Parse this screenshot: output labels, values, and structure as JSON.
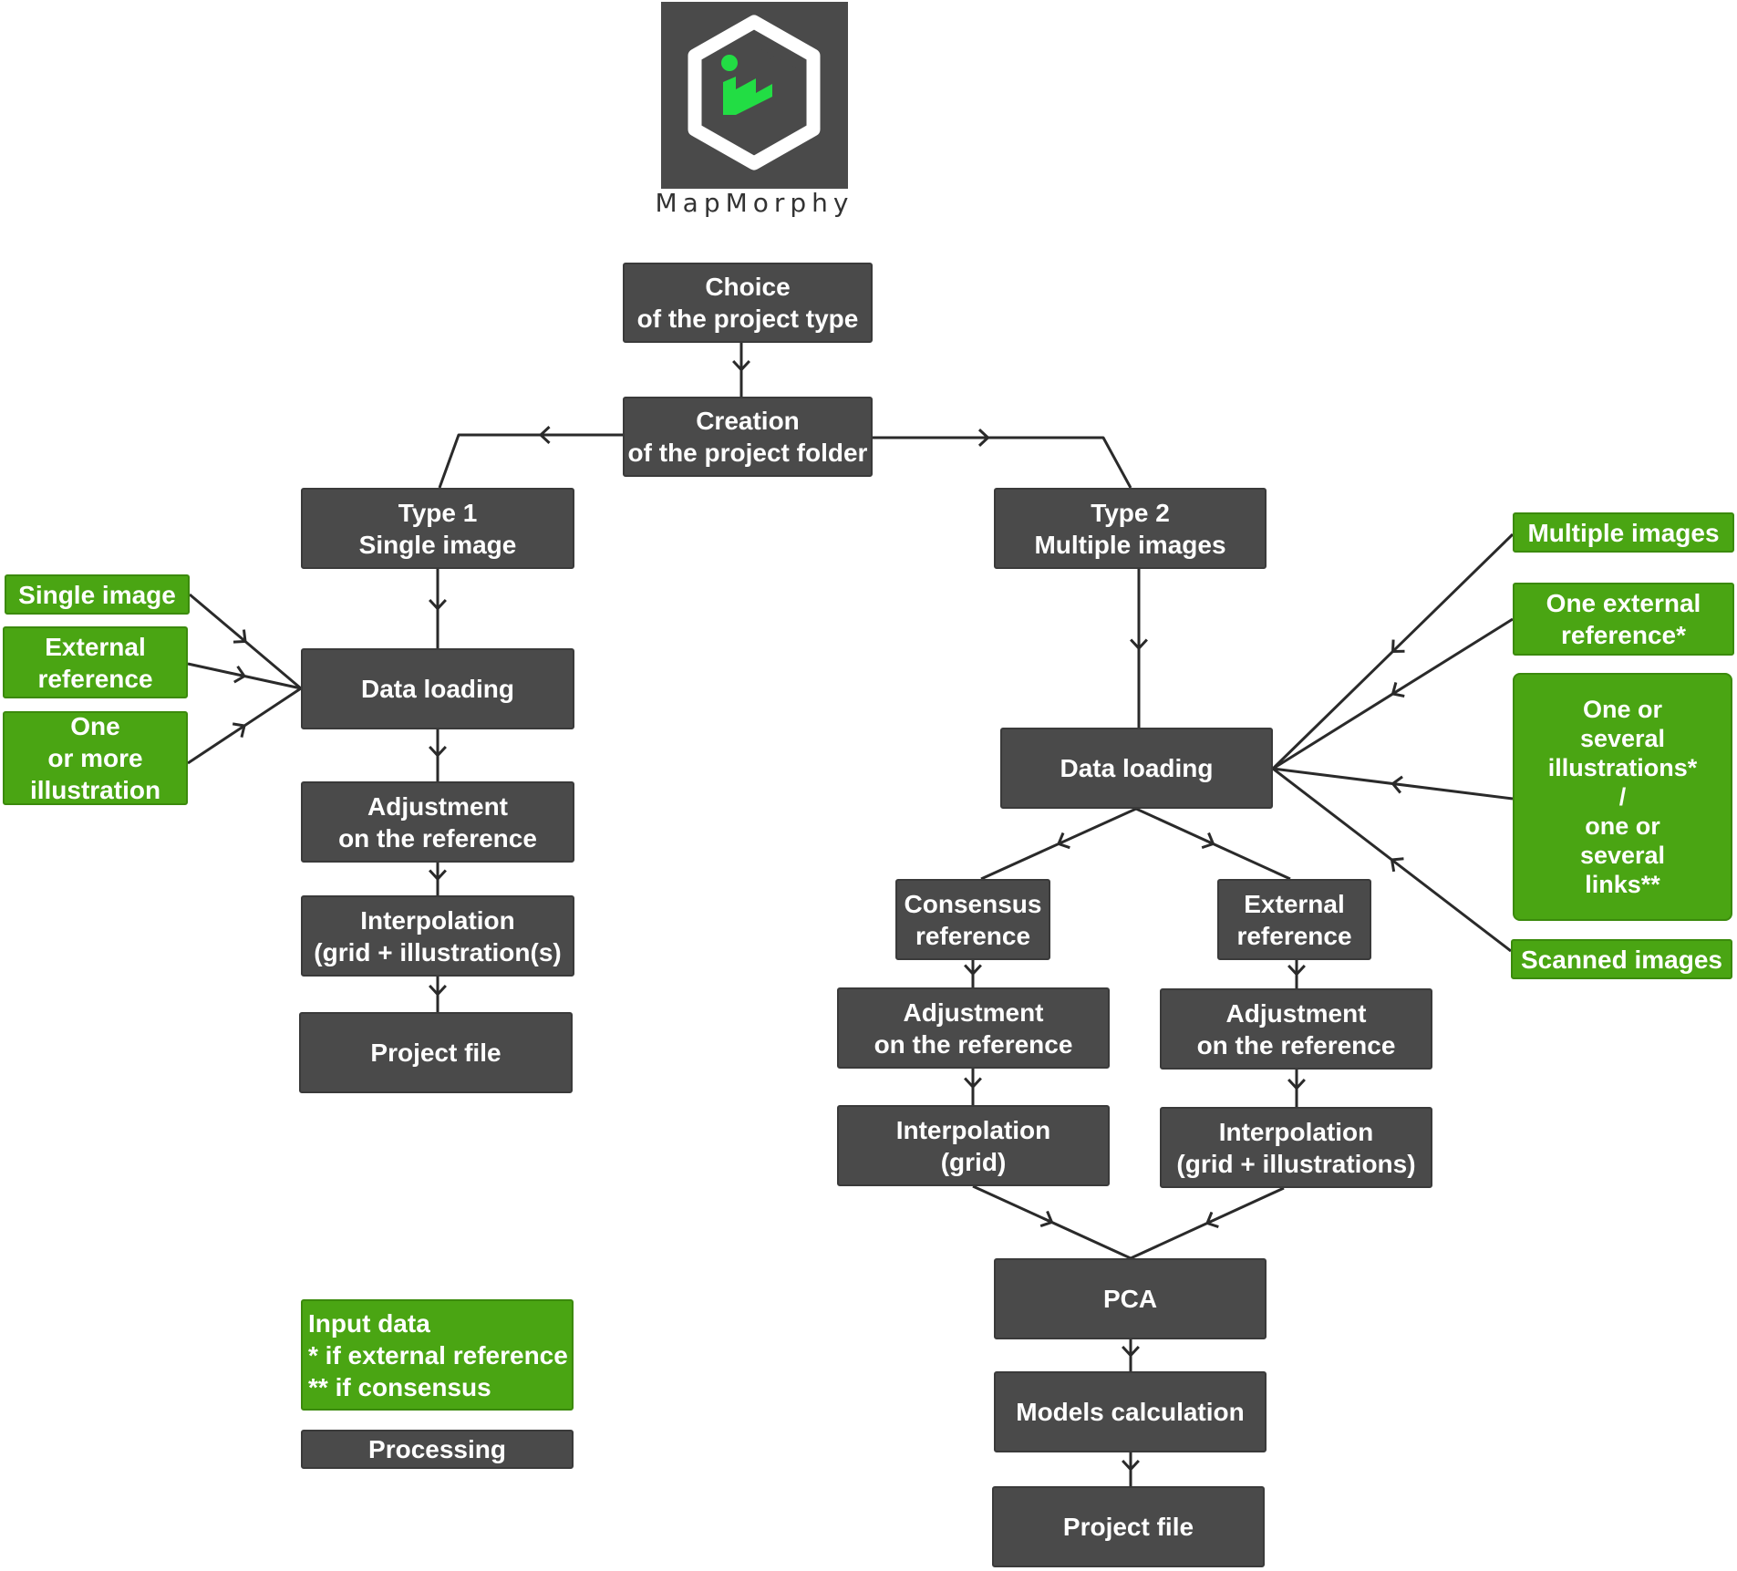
{
  "logo": {
    "name": "MapMorphy",
    "icon": "mapmorphy-hexagon-logo",
    "accent": "#22dd44"
  },
  "colors": {
    "processing": "#4a4a4a",
    "input": "#4aa513",
    "edge": "#2a2a2a"
  },
  "nodes": {
    "choice": {
      "kind": "processing",
      "lines": [
        "Choice",
        "of the project type"
      ]
    },
    "creation": {
      "kind": "processing",
      "lines": [
        "Creation",
        "of the project folder"
      ]
    },
    "type1": {
      "kind": "processing",
      "lines": [
        "Type 1",
        "Single image"
      ]
    },
    "type2": {
      "kind": "processing",
      "lines": [
        "Type 2",
        "Multiple images"
      ]
    },
    "dl1": {
      "kind": "processing",
      "lines": [
        "Data loading"
      ]
    },
    "adj1": {
      "kind": "processing",
      "lines": [
        "Adjustment",
        "on the reference"
      ]
    },
    "interp1": {
      "kind": "processing",
      "lines": [
        "Interpolation",
        "(grid + illustration(s)"
      ]
    },
    "pf1": {
      "kind": "processing",
      "lines": [
        "Project file"
      ]
    },
    "dl2": {
      "kind": "processing",
      "lines": [
        "Data loading"
      ]
    },
    "cons": {
      "kind": "processing",
      "lines": [
        "Consensus",
        "reference"
      ]
    },
    "ext": {
      "kind": "processing",
      "lines": [
        "External",
        "reference"
      ]
    },
    "adjL": {
      "kind": "processing",
      "lines": [
        "Adjustment",
        "on the reference"
      ]
    },
    "adjR": {
      "kind": "processing",
      "lines": [
        "Adjustment",
        "on the reference"
      ]
    },
    "interpL": {
      "kind": "processing",
      "lines": [
        "Interpolation",
        "(grid)"
      ]
    },
    "interpR": {
      "kind": "processing",
      "lines": [
        "Interpolation",
        "(grid + illustrations)"
      ]
    },
    "pca": {
      "kind": "processing",
      "lines": [
        "PCA"
      ]
    },
    "models": {
      "kind": "processing",
      "lines": [
        "Models calculation"
      ]
    },
    "pf2": {
      "kind": "processing",
      "lines": [
        "Project file"
      ]
    },
    "in_single": {
      "kind": "input",
      "lines": [
        "Single image"
      ]
    },
    "in_ext": {
      "kind": "input",
      "lines": [
        "External",
        "reference"
      ]
    },
    "in_one": {
      "kind": "input",
      "lines": [
        "One",
        "or more",
        "illustration"
      ]
    },
    "in_multi": {
      "kind": "input",
      "lines": [
        "Multiple images"
      ]
    },
    "in_oneext": {
      "kind": "input",
      "lines": [
        "One external",
        "reference*"
      ]
    },
    "in_several": {
      "kind": "input",
      "lines": [
        "One or",
        "several",
        "illustrations*",
        "/",
        "one or",
        "several",
        "links**"
      ]
    },
    "in_scanned": {
      "kind": "input",
      "lines": [
        "Scanned images"
      ]
    }
  },
  "legend": {
    "input": {
      "lines": [
        "Input data",
        "* if external reference",
        "** if consensus"
      ]
    },
    "processing": {
      "lines": [
        "Processing"
      ]
    }
  },
  "edges": [
    {
      "from": "choice",
      "to": "creation"
    },
    {
      "from": "creation",
      "to": "type1"
    },
    {
      "from": "creation",
      "to": "type2"
    },
    {
      "from": "type1",
      "to": "dl1"
    },
    {
      "from": "dl1",
      "to": "adj1"
    },
    {
      "from": "adj1",
      "to": "interp1"
    },
    {
      "from": "interp1",
      "to": "pf1"
    },
    {
      "from": "in_single",
      "to": "dl1"
    },
    {
      "from": "in_ext",
      "to": "dl1"
    },
    {
      "from": "in_one",
      "to": "dl1"
    },
    {
      "from": "type2",
      "to": "dl2"
    },
    {
      "from": "in_multi",
      "to": "dl2"
    },
    {
      "from": "in_oneext",
      "to": "dl2"
    },
    {
      "from": "in_several",
      "to": "dl2"
    },
    {
      "from": "in_scanned",
      "to": "dl2"
    },
    {
      "from": "dl2",
      "to": "cons"
    },
    {
      "from": "dl2",
      "to": "ext"
    },
    {
      "from": "cons",
      "to": "adjL"
    },
    {
      "from": "ext",
      "to": "adjR"
    },
    {
      "from": "adjL",
      "to": "interpL"
    },
    {
      "from": "adjR",
      "to": "interpR"
    },
    {
      "from": "interpL",
      "to": "pca"
    },
    {
      "from": "interpR",
      "to": "pca"
    },
    {
      "from": "pca",
      "to": "models"
    },
    {
      "from": "models",
      "to": "pf2"
    }
  ]
}
